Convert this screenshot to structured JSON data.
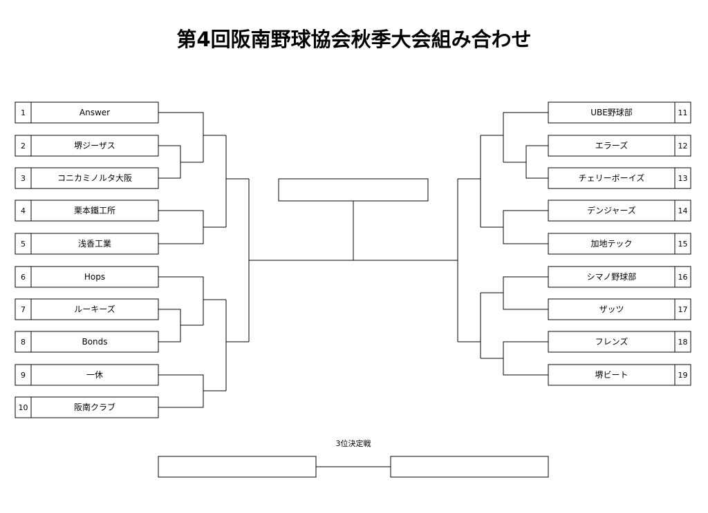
{
  "title": "第4回阪南野球協会秋季大会組み合わせ",
  "left_teams": [
    {
      "seed": "1",
      "name": "Answer"
    },
    {
      "seed": "2",
      "name": "堺ジーザス"
    },
    {
      "seed": "3",
      "name": "コニカミノルタ大阪"
    },
    {
      "seed": "4",
      "name": "栗本鐵工所"
    },
    {
      "seed": "5",
      "name": "浅香工業"
    },
    {
      "seed": "6",
      "name": "Hops"
    },
    {
      "seed": "7",
      "name": "ルーキーズ"
    },
    {
      "seed": "8",
      "name": "Bonds"
    },
    {
      "seed": "9",
      "name": "一休"
    },
    {
      "seed": "10",
      "name": "阪南クラブ"
    }
  ],
  "right_teams": [
    {
      "seed": "11",
      "name": "UBE野球部"
    },
    {
      "seed": "12",
      "name": "エラーズ"
    },
    {
      "seed": "13",
      "name": "チェリーボーイズ"
    },
    {
      "seed": "14",
      "name": "デンジャーズ"
    },
    {
      "seed": "15",
      "name": "加地テック"
    },
    {
      "seed": "16",
      "name": "シマノ野球部"
    },
    {
      "seed": "17",
      "name": "ザッツ"
    },
    {
      "seed": "18",
      "name": "フレンズ"
    },
    {
      "seed": "19",
      "name": "堺ビート"
    }
  ],
  "third_place_label": "3位決定戦"
}
